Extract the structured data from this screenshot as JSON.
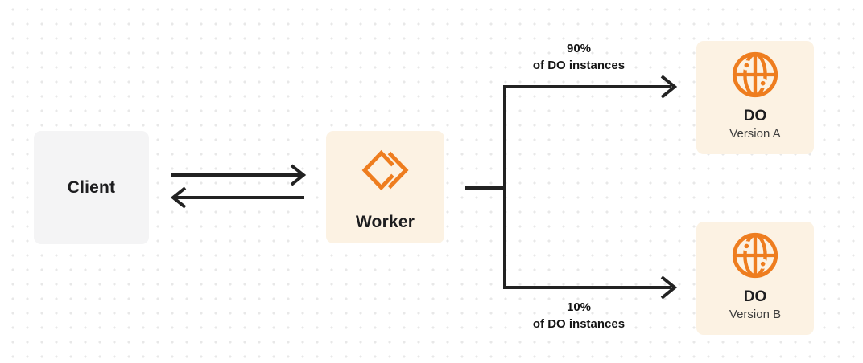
{
  "colors": {
    "accent_orange": "#ee7d1f",
    "card_cream": "#fcf2e3",
    "card_gray": "#f4f4f5",
    "connector_dark": "#222222",
    "text_primary": "#1d1d1f",
    "text_secondary": "#3d3d3d",
    "dot_grid": "#e8e8e8",
    "background": "#ffffff"
  },
  "nodes": {
    "client": {
      "label": "Client"
    },
    "worker": {
      "label": "Worker",
      "icon": "workers-chevron-icon"
    },
    "do_version_a": {
      "title": "DO",
      "subtitle": "Version A",
      "icon": "globe-icon"
    },
    "do_version_b": {
      "title": "DO",
      "subtitle": "Version B",
      "icon": "globe-icon"
    }
  },
  "edges": {
    "client_worker": {
      "type": "bidirectional-arrows"
    },
    "top_branch": {
      "percent": "90%",
      "caption": "of DO instances"
    },
    "bottom_branch": {
      "percent": "10%",
      "caption": "of DO instances"
    }
  }
}
